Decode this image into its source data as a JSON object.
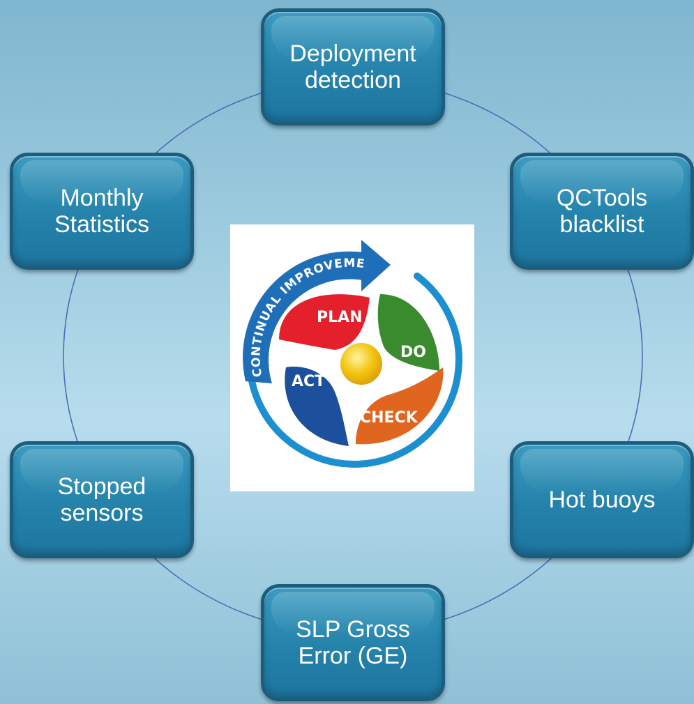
{
  "diagram": {
    "nodes": [
      {
        "id": "top",
        "label": "Deployment\ndetection"
      },
      {
        "id": "right1",
        "label": "QCTools\nblacklist"
      },
      {
        "id": "right2",
        "label": "Hot buoys"
      },
      {
        "id": "bottom",
        "label": "SLP Gross\nError (GE)"
      },
      {
        "id": "left2",
        "label": "Stopped\nsensors"
      },
      {
        "id": "left1",
        "label": "Monthly\nStatistics"
      }
    ],
    "center_logo": {
      "banner": "CONTINUAL IMPROVEMENT",
      "plan": "PLAN",
      "do": "DO",
      "check": "CHECK",
      "act": "ACT"
    },
    "colors": {
      "node_fill": "#2482ab",
      "node_border": "#1b5d7f",
      "ring_line": "#4a6fb5",
      "plan": "#e3202b",
      "do": "#3a8a2e",
      "check": "#e0651f",
      "act": "#1c4f9c",
      "center": "#f2c40f"
    }
  }
}
